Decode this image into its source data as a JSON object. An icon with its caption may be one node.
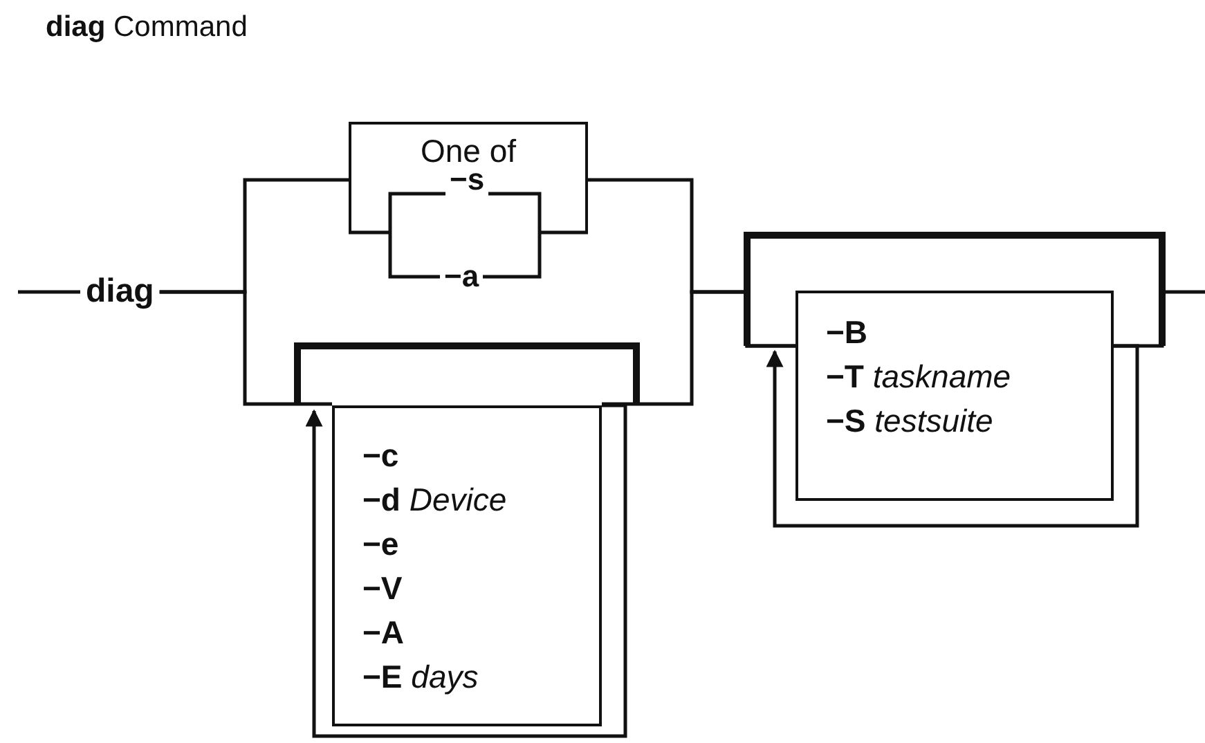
{
  "diagram": {
    "title": "**diag** Command",
    "nodes": [
      {
        "text": [
          "diag"
        ]
      },
      {
        "text": [
          "One of"
        ]
      },
      {
        "text": [
          "−s"
        ],
        "in": 1
      },
      {
        "text": [
          "−a"
        ]
      },
      {
        "text": [
          "−c",
          "−d *Device*",
          "−e",
          "−V",
          "−A",
          "−E *days*"
        ]
      },
      {
        "text": [
          "−B",
          "−T *taskname*",
          "−S *testsuite*"
        ]
      }
    ],
    "edges": [
      {
        "from": null,
        "to": 0,
        "arrow": "none"
      },
      {
        "from": 0,
        "to": 1,
        "arrow": "none"
      },
      {
        "from": 0,
        "to": 4,
        "arrow": "none"
      },
      {
        "from": 1,
        "to": 5,
        "arrow": "none"
      },
      {
        "from": 4,
        "to": 5,
        "arrow": "none"
      },
      {
        "from": 4,
        "to": 4,
        "arrow": "to"
      },
      {
        "from": 5,
        "to": 5,
        "arrow": "to"
      },
      {
        "from": 5,
        "to": null,
        "arrow": "none"
      }
    ]
  }
}
